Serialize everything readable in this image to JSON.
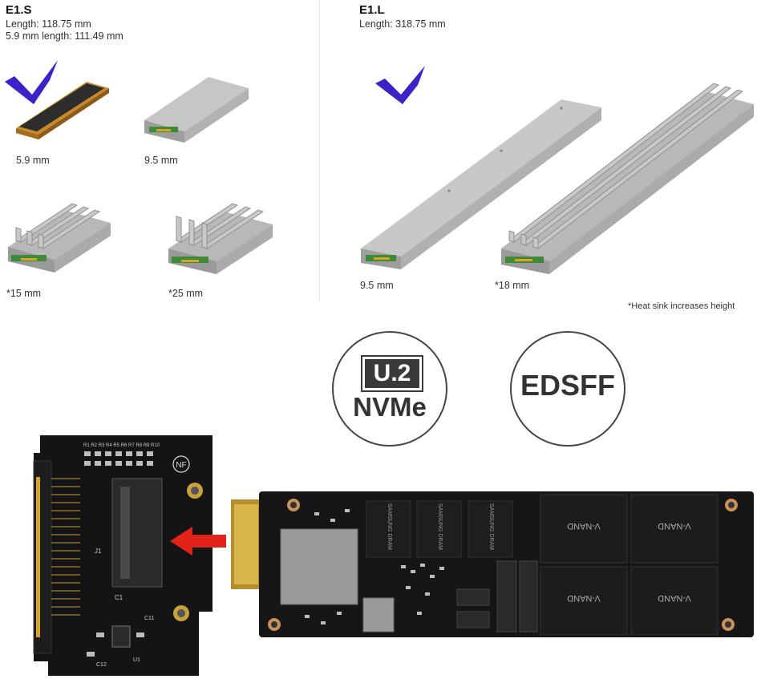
{
  "e1s": {
    "title": "E1.S",
    "length": "Length: 118.75 mm",
    "length2": "5.9 mm length: 111.49 mm",
    "variants": [
      "5.9 mm",
      "9.5 mm",
      "*15 mm",
      "*25 mm"
    ]
  },
  "e1l": {
    "title": "E1.L",
    "length": "Length: 318.75 mm",
    "variants": [
      "9.5 mm",
      "*18 mm"
    ]
  },
  "footnote": "*Heat sink increases height",
  "badges": {
    "u2": "U.2",
    "nvme": "NVMe",
    "edsff": "EDSFF"
  },
  "adapter": {
    "silk_nf": "NF",
    "silk_j1": "J1",
    "silk_c1": "C1",
    "silk_c11": "C11",
    "silk_c12": "C12",
    "silk_u1": "U1",
    "silk_resistors": "R1 R2 R3 R4 R5 R6 R7 R8 R9 R10"
  },
  "ssd": {
    "dram": [
      "SAMSUNG DRAM",
      "SAMSUNG DRAM",
      "SAMSUNG DRAM"
    ],
    "nand": [
      "V-NAND",
      "V-NAND",
      "V-NAND",
      "V-NAND"
    ]
  },
  "colors": {
    "check": "#3d22c9",
    "arrow": "#e2231a",
    "pcb": "#141414",
    "gold": "#d4a528",
    "metal": "#a8a8a8"
  }
}
